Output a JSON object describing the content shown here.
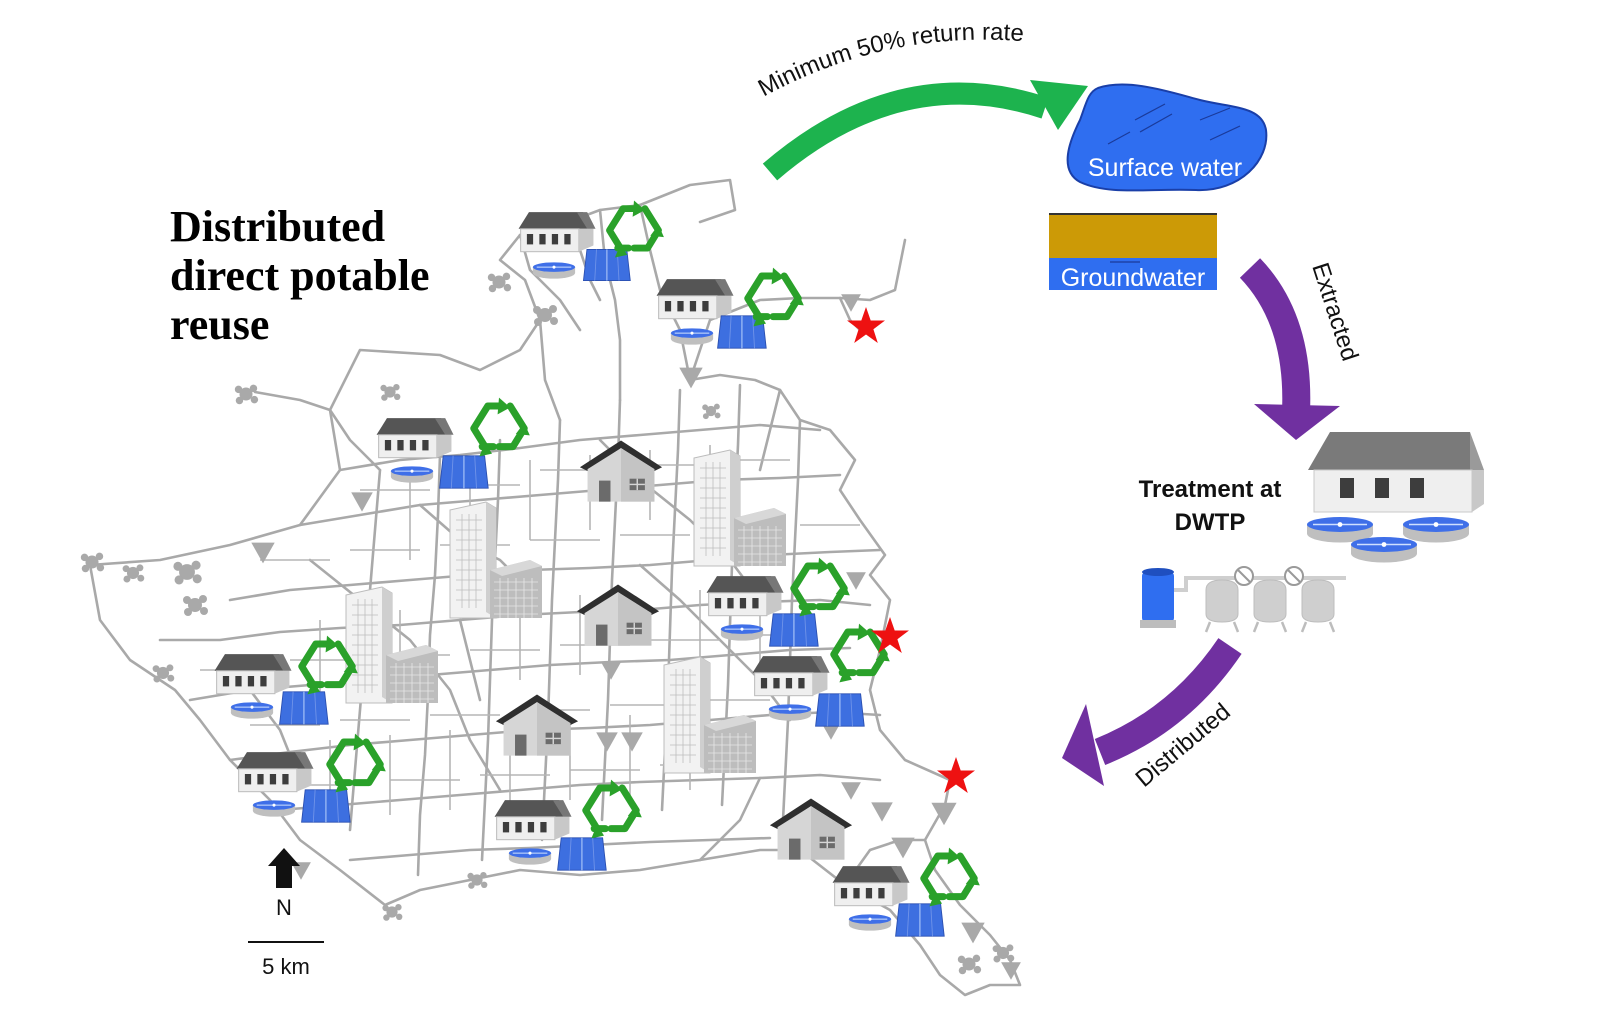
{
  "title": {
    "line1": "Distributed",
    "line2": "direct potable",
    "line3": "reuse"
  },
  "flow": {
    "return_label": "Minimum 50% return rate",
    "surface_water": "Surface water",
    "groundwater": "Groundwater",
    "extracted": "Extracted",
    "treatment_line1": "Treatment at",
    "treatment_line2": "DWTP",
    "distributed": "Distributed"
  },
  "map": {
    "north": "N",
    "scale": "5 km"
  },
  "colors": {
    "network": "#a9a9a9",
    "recycle": "#2aa12a",
    "green_arrow": "#1db34e",
    "purple_arrow": "#7030a0",
    "water_blue": "#2f6ef0",
    "ground_soil": "#cc9a06",
    "star": "#ee1111",
    "panel": "#3d6fe0"
  },
  "icons": {
    "recycle": "recycle-icon",
    "star": "star-icon",
    "solar": "solar-panel-icon",
    "house": "house-icon",
    "tower": "tower-building-icon",
    "north": "north-arrow-icon"
  }
}
